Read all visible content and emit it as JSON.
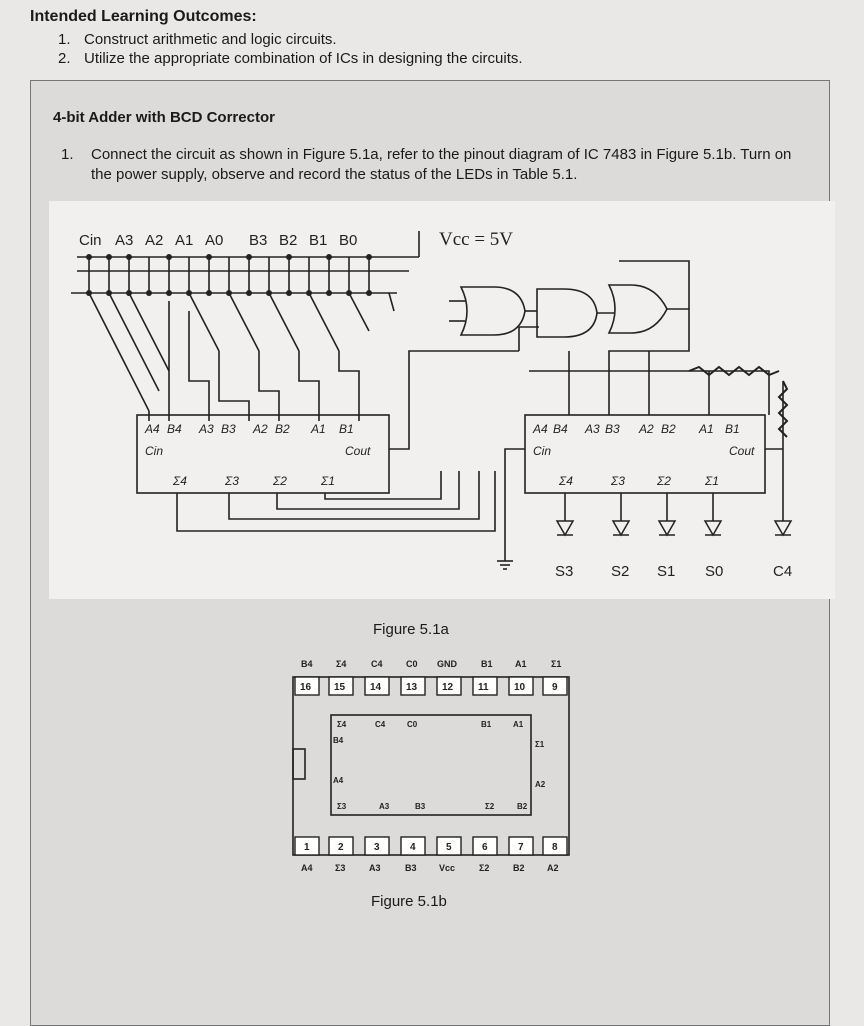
{
  "outcomes": {
    "heading": "Intended Learning Outcomes:",
    "items": [
      {
        "num": "1.",
        "text": "Construct arithmetic and logic circuits."
      },
      {
        "num": "2.",
        "text": "Utilize the appropriate combination of ICs in designing the circuits."
      }
    ]
  },
  "section": {
    "title": "4-bit Adder with BCD Corrector",
    "step_num": "1.",
    "step_text": "Connect the circuit as shown in Figure 5.1a, refer to the pinout diagram of IC 7483 in Figure 5.1b. Turn on the power supply, observe and record the status of the LEDs in Table 5.1."
  },
  "figure_a": {
    "caption": "Figure 5.1a",
    "switch_labels": [
      "Cin",
      "A3",
      "A2",
      "A1",
      "A0",
      "B3",
      "B2",
      "B1",
      "B0"
    ],
    "vcc": "Vcc = 5V",
    "ic_pins_top": [
      "A4",
      "B4",
      "A3",
      "B3",
      "A2",
      "B2",
      "A1",
      "B1"
    ],
    "cin": "Cin",
    "cout": "Cout",
    "sums": [
      "Σ4",
      "Σ3",
      "Σ2",
      "Σ1"
    ],
    "outputs": [
      "S3",
      "S2",
      "S1",
      "S0",
      "C4"
    ]
  },
  "figure_b": {
    "caption": "Figure 5.1b",
    "top_labels": [
      "B4",
      "Σ4",
      "C4",
      "C0",
      "GND",
      "B1",
      "A1",
      "Σ1"
    ],
    "top_pins": [
      "16",
      "15",
      "14",
      "13",
      "12",
      "11",
      "10",
      "9"
    ],
    "bottom_pins": [
      "1",
      "2",
      "3",
      "4",
      "5",
      "6",
      "7",
      "8"
    ],
    "bottom_labels": [
      "A4",
      "Σ3",
      "A3",
      "B3",
      "Vcc",
      "Σ2",
      "B2",
      "A2"
    ],
    "inner_top": [
      "Σ4",
      "C4",
      "C0",
      "B1",
      "A1"
    ],
    "inner_mid": [
      "B4",
      "Σ1",
      "A4",
      "A2"
    ],
    "inner_bottom": [
      "Σ3",
      "A3",
      "B3",
      "Σ2",
      "B2"
    ]
  }
}
